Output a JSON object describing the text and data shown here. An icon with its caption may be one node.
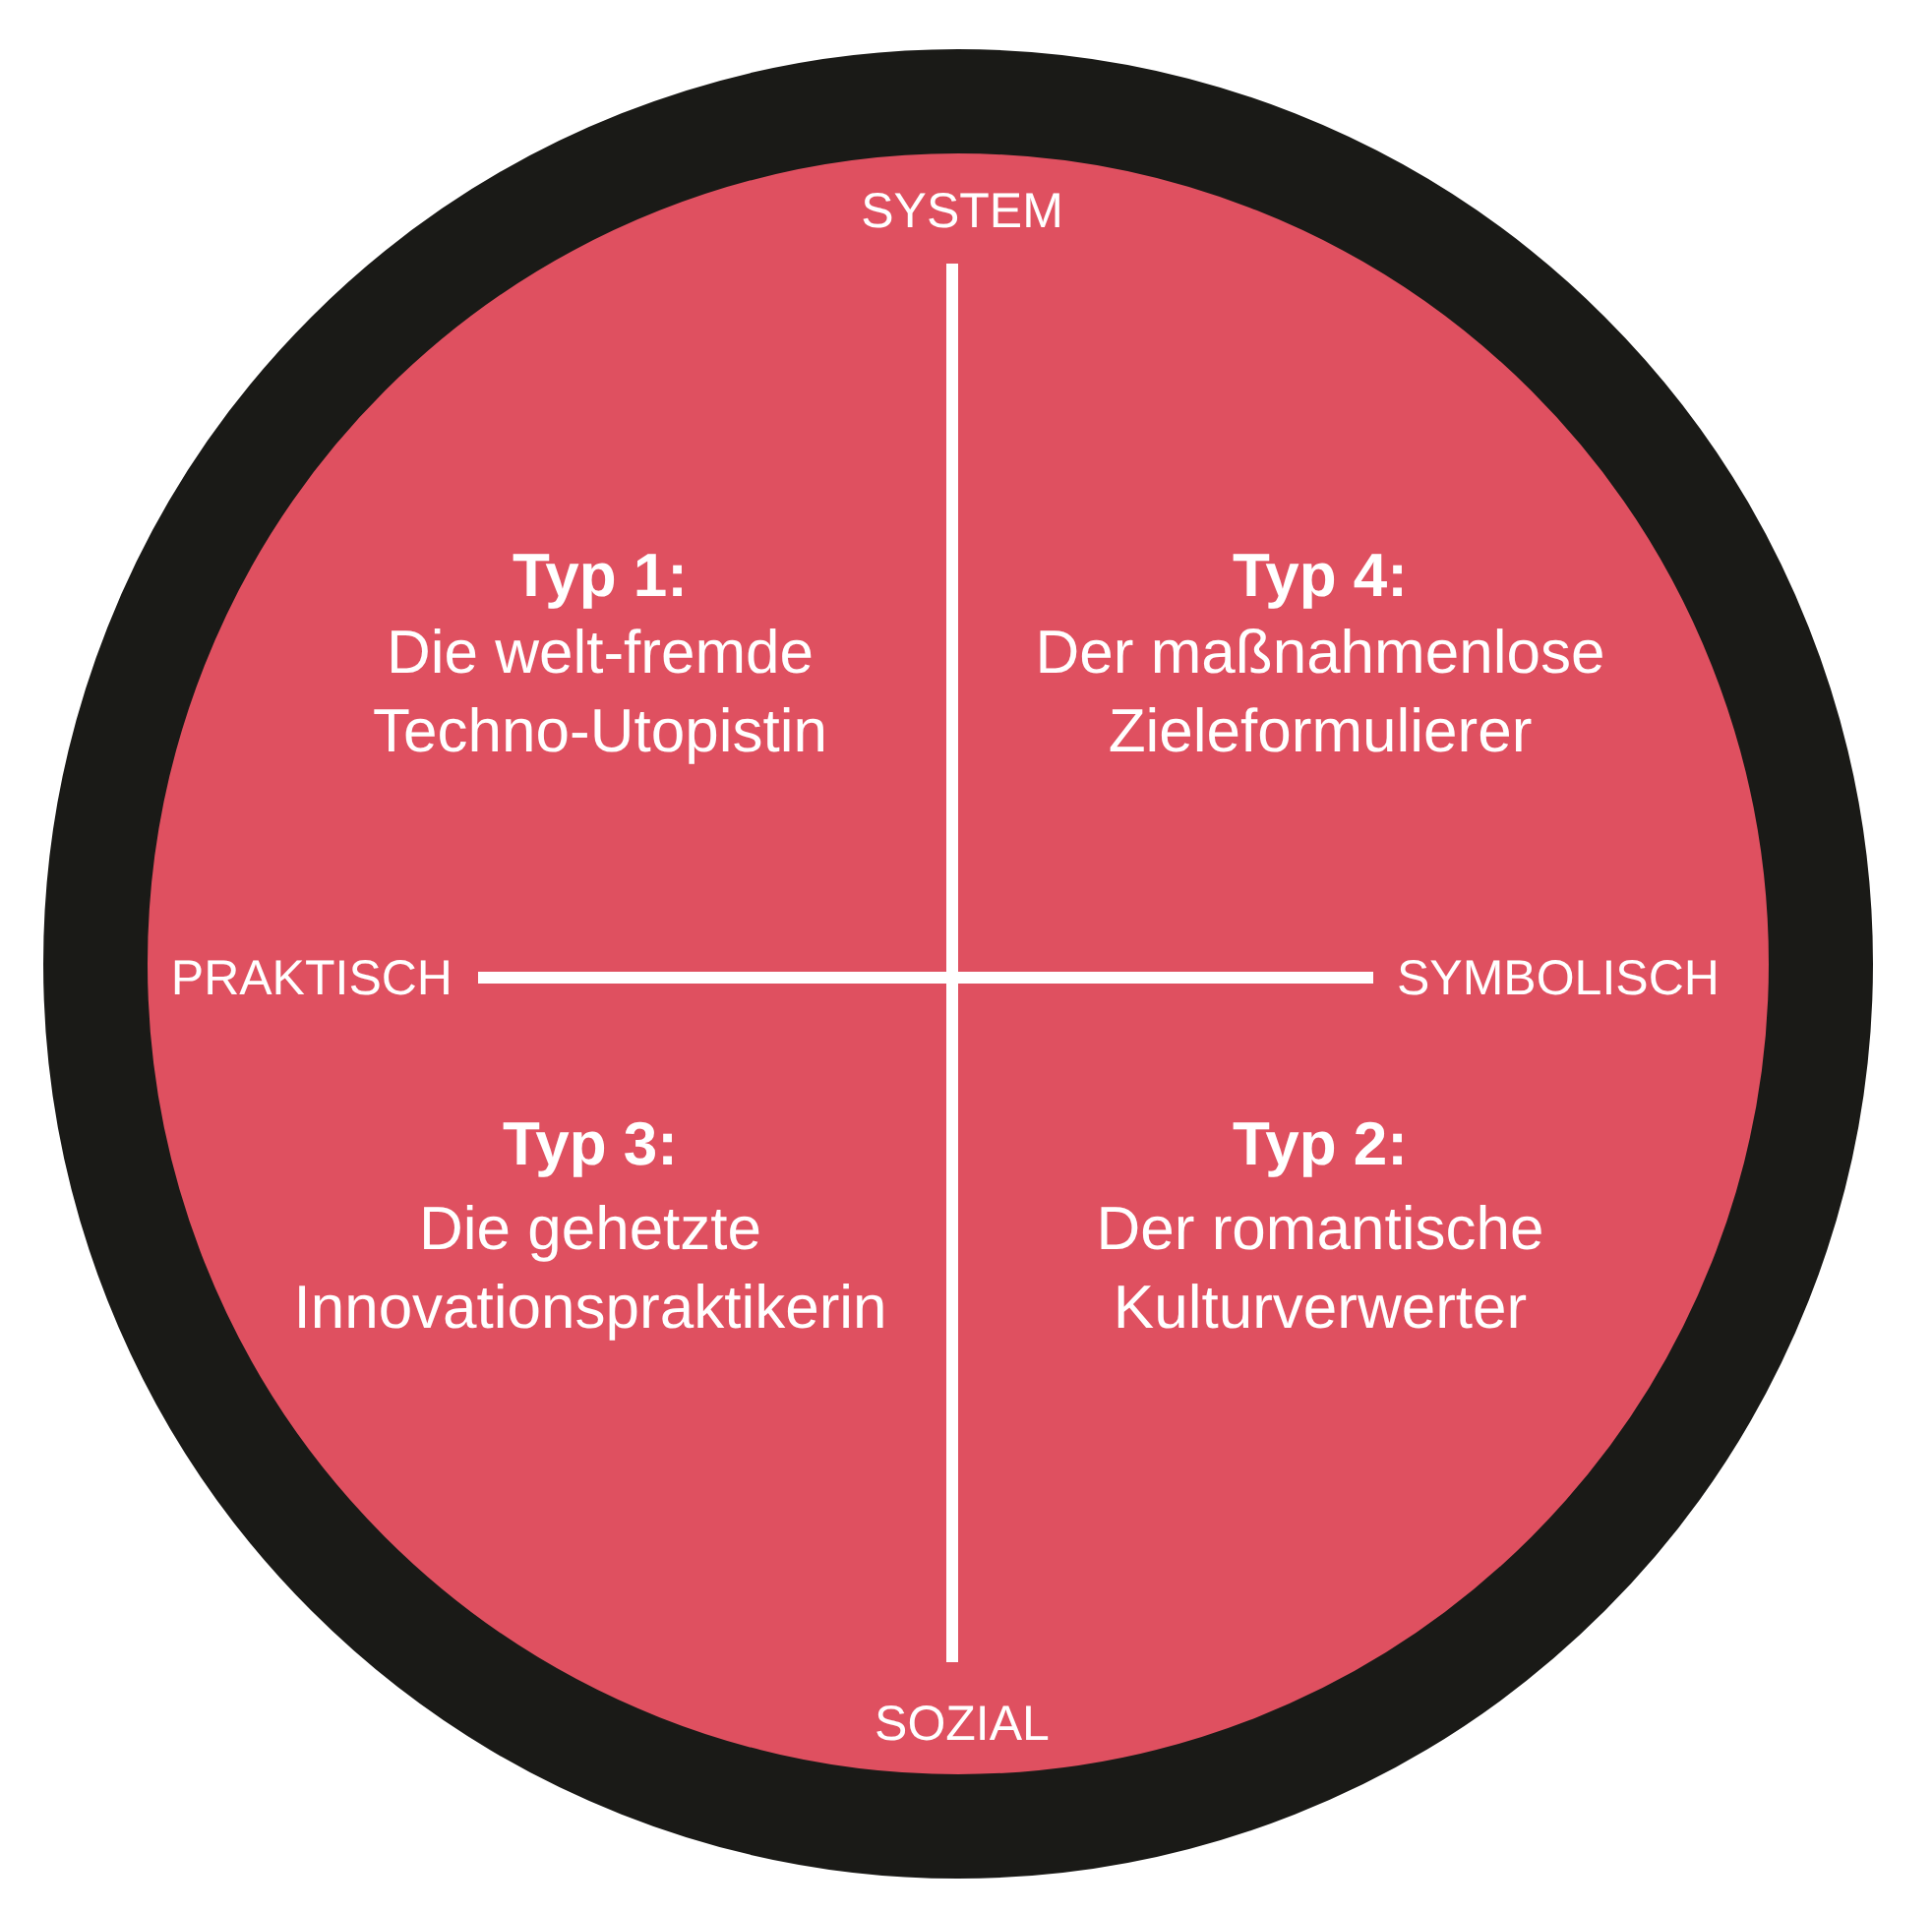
{
  "diagram": {
    "nodes": [
      {
        "text": [
          "SYSTEM",
          "Typ 1:",
          "Die welt-fremde Techno-Utopistin",
          "Typ 4:",
          "Der maßnahmenlose Zieleformulierer",
          "PRAKTISCH",
          "SYMBOLISCH",
          "Typ 3:",
          "Die gehetzte Innovationspraktikerin",
          "Typ 2:",
          "Der romantische Kulturverwerter",
          "SOZIAL"
        ]
      }
    ]
  }
}
